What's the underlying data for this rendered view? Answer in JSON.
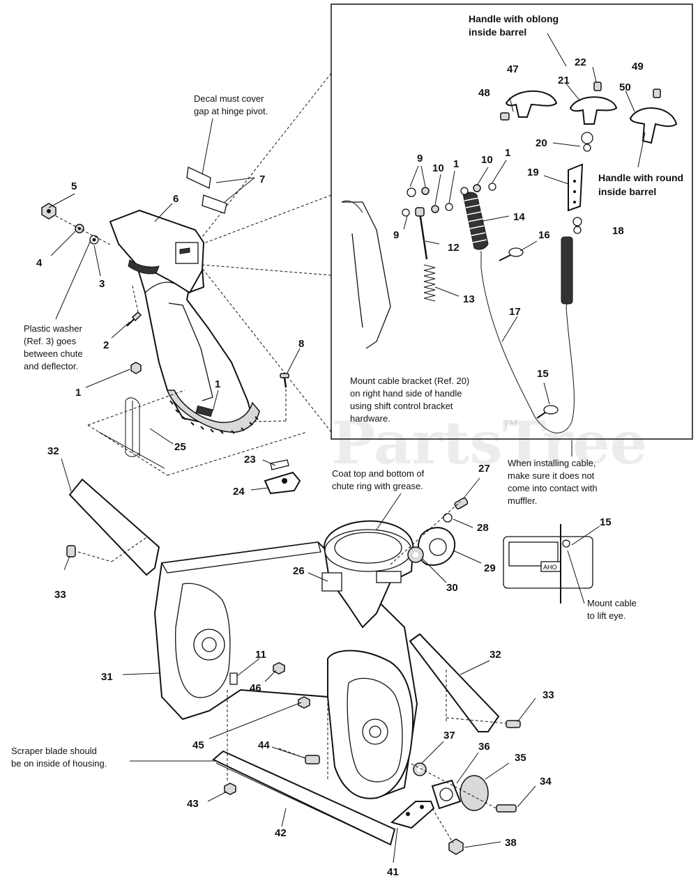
{
  "watermark": {
    "text": "PartsTree",
    "tm": "TM"
  },
  "notes": {
    "decal_1": "Decal must cover",
    "decal_2": "gap at hinge pivot.",
    "washer_1": "Plastic washer",
    "washer_2": "(Ref. 3) goes",
    "washer_3": "between chute",
    "washer_4": "and deflector.",
    "oblong_1": "Handle with oblong",
    "oblong_2": "inside barrel",
    "round_1": "Handle with round",
    "round_2": "inside barrel",
    "bracket_1": "Mount cable bracket (Ref. 20)",
    "bracket_2": "on right hand side of handle",
    "bracket_3": "using shift control bracket",
    "bracket_4": "hardware.",
    "cable_1": "When installing cable,",
    "cable_2": "make sure it does not",
    "cable_3": "come into contact with",
    "cable_4": "muffler.",
    "grease_1": "Coat top and bottom of",
    "grease_2": "chute ring with grease.",
    "lift_1": "Mount cable",
    "lift_2": "to lift eye.",
    "scraper_1": "Scraper blade should",
    "scraper_2": "be on inside of housing."
  },
  "labels": {
    "p1a": "1",
    "p1b": "1",
    "p1c": "1",
    "p1d": "1",
    "p2": "2",
    "p3": "3",
    "p4": "4",
    "p5": "5",
    "p6": "6",
    "p7": "7",
    "p8": "8",
    "p9a": "9",
    "p9b": "9",
    "p10a": "10",
    "p10b": "10",
    "p11": "11",
    "p12": "12",
    "p13": "13",
    "p14": "14",
    "p15a": "15",
    "p15b": "15",
    "p16": "16",
    "p17": "17",
    "p18": "18",
    "p19": "19",
    "p20": "20",
    "p21": "21",
    "p22": "22",
    "p23": "23",
    "p24": "24",
    "p25": "25",
    "p26": "26",
    "p27": "27",
    "p28": "28",
    "p29": "29",
    "p30": "30",
    "p31": "31",
    "p32a": "32",
    "p32b": "32",
    "p33a": "33",
    "p33b": "33",
    "p34": "34",
    "p35": "35",
    "p36": "36",
    "p37": "37",
    "p38": "38",
    "p41": "41",
    "p42": "42",
    "p43": "43",
    "p44": "44",
    "p45": "45",
    "p46": "46",
    "p47": "47",
    "p48": "48",
    "p49": "49",
    "p50": "50"
  },
  "lift_plate": {
    "text": "AHO"
  }
}
